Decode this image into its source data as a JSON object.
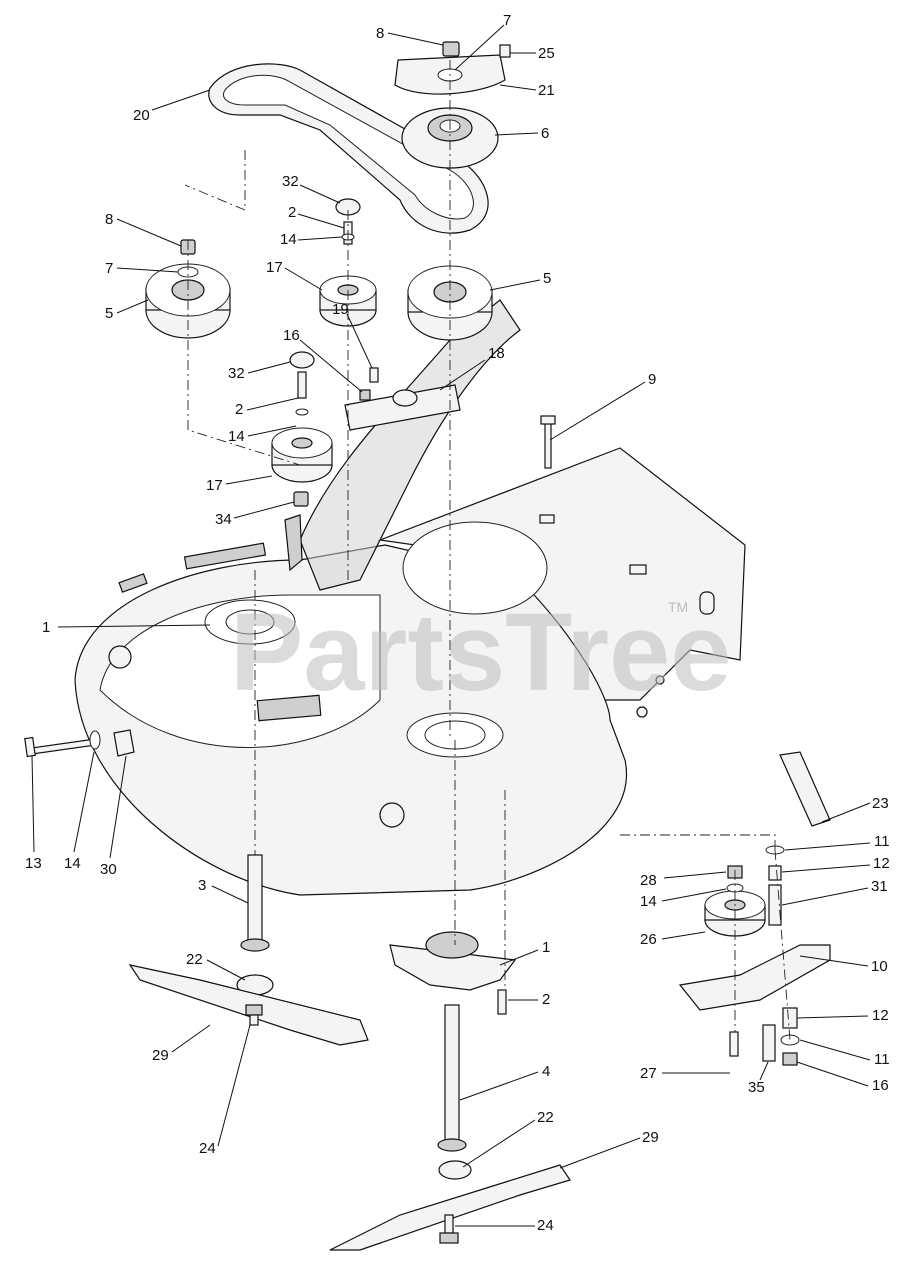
{
  "watermark": {
    "text": "PartsTree",
    "tm": "TM"
  },
  "callouts": [
    {
      "id": "c-8a",
      "label": "8"
    },
    {
      "id": "c-7a",
      "label": "7"
    },
    {
      "id": "c-25",
      "label": "25"
    },
    {
      "id": "c-21",
      "label": "21"
    },
    {
      "id": "c-6",
      "label": "6"
    },
    {
      "id": "c-20",
      "label": "20"
    },
    {
      "id": "c-32a",
      "label": "32"
    },
    {
      "id": "c-2a",
      "label": "2"
    },
    {
      "id": "c-14a",
      "label": "14"
    },
    {
      "id": "c-17a",
      "label": "17"
    },
    {
      "id": "c-8b",
      "label": "8"
    },
    {
      "id": "c-7b",
      "label": "7"
    },
    {
      "id": "c-5a",
      "label": "5"
    },
    {
      "id": "c-5b",
      "label": "5"
    },
    {
      "id": "c-19",
      "label": "19"
    },
    {
      "id": "c-16a",
      "label": "16"
    },
    {
      "id": "c-18",
      "label": "18"
    },
    {
      "id": "c-9",
      "label": "9"
    },
    {
      "id": "c-32b",
      "label": "32"
    },
    {
      "id": "c-2b",
      "label": "2"
    },
    {
      "id": "c-14b",
      "label": "14"
    },
    {
      "id": "c-17b",
      "label": "17"
    },
    {
      "id": "c-34",
      "label": "34"
    },
    {
      "id": "c-1a",
      "label": "1"
    },
    {
      "id": "c-23",
      "label": "23"
    },
    {
      "id": "c-13",
      "label": "13"
    },
    {
      "id": "c-14c",
      "label": "14"
    },
    {
      "id": "c-30",
      "label": "30"
    },
    {
      "id": "c-11a",
      "label": "11"
    },
    {
      "id": "c-28",
      "label": "28"
    },
    {
      "id": "c-12a",
      "label": "12"
    },
    {
      "id": "c-14d",
      "label": "14"
    },
    {
      "id": "c-31",
      "label": "31"
    },
    {
      "id": "c-3",
      "label": "3"
    },
    {
      "id": "c-26",
      "label": "26"
    },
    {
      "id": "c-10",
      "label": "10"
    },
    {
      "id": "c-22a",
      "label": "22"
    },
    {
      "id": "c-1b",
      "label": "1"
    },
    {
      "id": "c-2c",
      "label": "2"
    },
    {
      "id": "c-12b",
      "label": "12"
    },
    {
      "id": "c-29a",
      "label": "29"
    },
    {
      "id": "c-4",
      "label": "4"
    },
    {
      "id": "c-27",
      "label": "27"
    },
    {
      "id": "c-11b",
      "label": "11"
    },
    {
      "id": "c-16b",
      "label": "16"
    },
    {
      "id": "c-35",
      "label": "35"
    },
    {
      "id": "c-24a",
      "label": "24"
    },
    {
      "id": "c-22b",
      "label": "22"
    },
    {
      "id": "c-29b",
      "label": "29"
    },
    {
      "id": "c-24b",
      "label": "24"
    }
  ]
}
